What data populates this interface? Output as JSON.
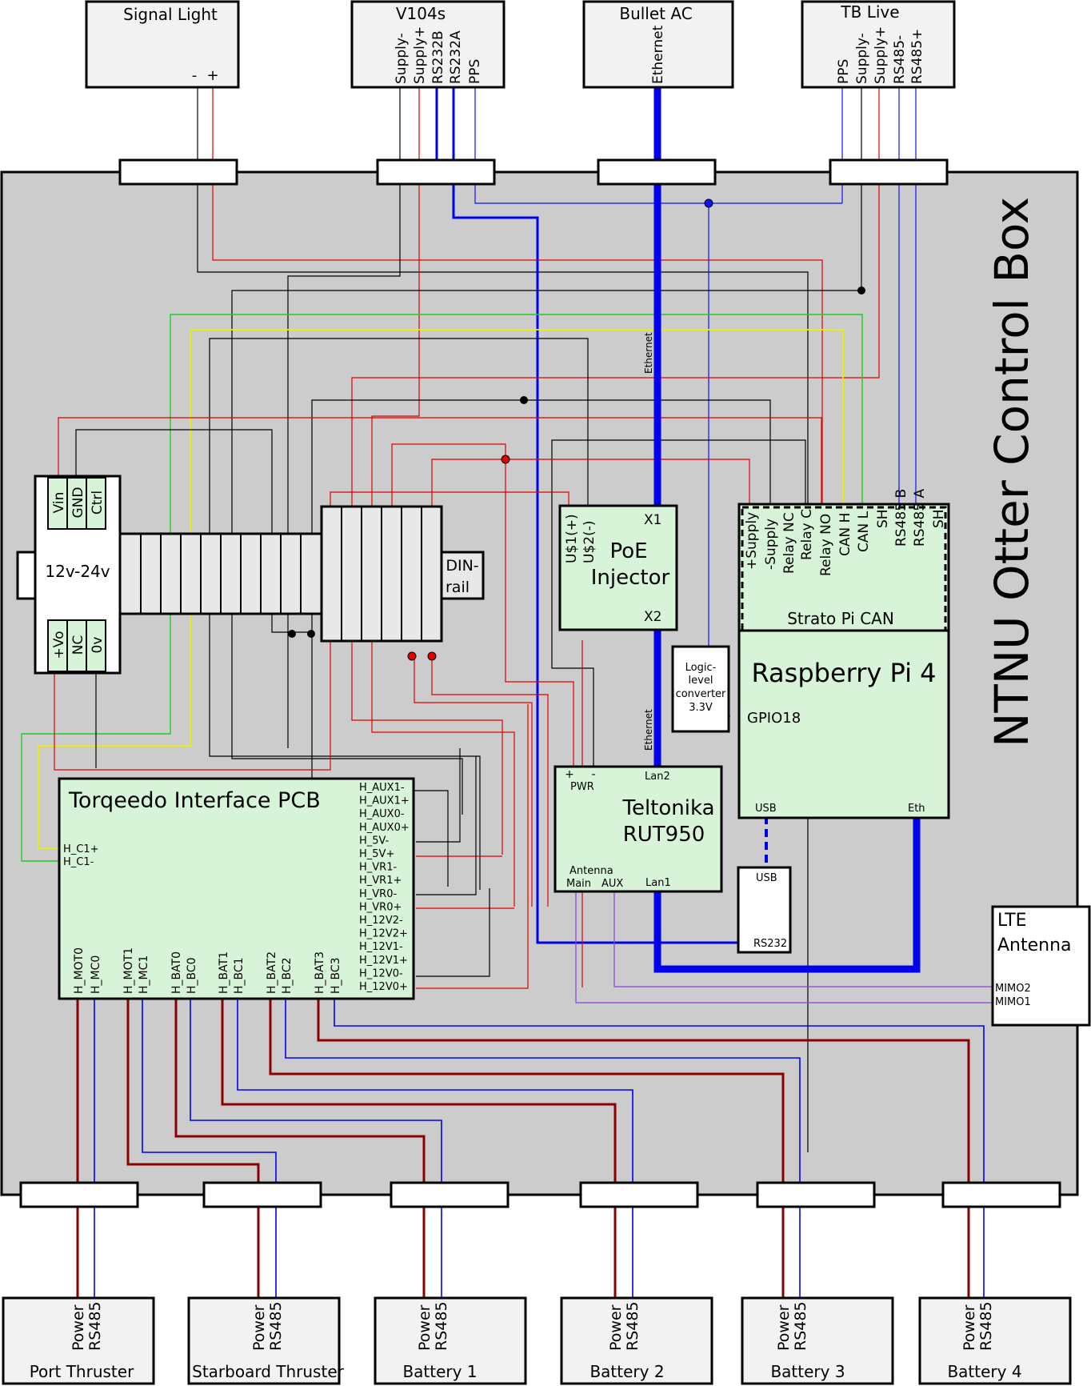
{
  "title": "NTNU Otter Control Box",
  "colors": {
    "enclosure": "#cccccc",
    "module_green": "#d8f4d8",
    "device_grey": "#f2f2f2",
    "ethernet": "#0000ee",
    "power": "#8b0000",
    "rs485": "#0000ff",
    "red_wire": "#e00000",
    "green_wire": "#22cc22",
    "yellow_wire": "#eeee00",
    "antenna_wire": "#8a3ee0"
  },
  "top_devices": {
    "signal_light": {
      "title": "Signal Light",
      "pins": [
        "-",
        "+"
      ]
    },
    "v104s": {
      "title": "V104s",
      "pins": [
        "Supply-",
        "Supply+",
        "RS232B",
        "RS232A",
        "PPS"
      ]
    },
    "bullet_ac": {
      "title": "Bullet AC",
      "pins": [
        "Ethernet"
      ]
    },
    "tb_live": {
      "title": "TB Live",
      "pins": [
        "PPS",
        "Supply-",
        "Supply+",
        "RS485-",
        "RS485+"
      ]
    }
  },
  "psu": {
    "label": "12v-24v",
    "top_pins": [
      "Vin",
      "GND",
      "Ctrl"
    ],
    "bottom_pins": [
      "+Vo",
      "NC",
      "0v"
    ]
  },
  "din_rail": {
    "label_1": "DIN-",
    "label_2": "rail"
  },
  "poe": {
    "title_1": "PoE",
    "title_2": "Injector",
    "pins": [
      "U$1(+)",
      "U$2(-)"
    ],
    "x1": "X1",
    "x2": "X2"
  },
  "strato": {
    "title": "Strato Pi CAN",
    "pins": [
      "+Supply",
      "-Supply",
      "Relay NC",
      "Relay C",
      "Relay NO",
      "CAN H",
      "CAN L",
      "SH",
      "RS485 B",
      "RS485 A",
      "SH"
    ]
  },
  "rpi": {
    "title": "Raspberry Pi 4",
    "gpio": "GPIO18",
    "usb": "USB",
    "eth": "Eth"
  },
  "logic": {
    "lines": [
      "Logic-",
      "level",
      "converter",
      "3.3V"
    ]
  },
  "teltonika": {
    "title_1": "Teltonika",
    "title_2": "RUT950",
    "pwr_plus": "+",
    "pwr_minus": "-",
    "pwr": "PWR",
    "lan2": "Lan2",
    "lan1": "Lan1",
    "antenna": "Antenna",
    "main": "Main",
    "aux": "AUX"
  },
  "usb_rs232": {
    "usb": "USB",
    "rs232": "RS232"
  },
  "lte": {
    "title_1": "LTE",
    "title_2": "Antenna",
    "mimo2": "MIMO2",
    "mimo1": "MIMO1"
  },
  "ethernet_label": "Ethernet",
  "torqeedo": {
    "title": "Torqeedo Interface PCB",
    "left_pins": [
      "H_C1+",
      "H_C1-"
    ],
    "right_pins": [
      "H_AUX1-",
      "H_AUX1+",
      "H_AUX0-",
      "H_AUX0+",
      "H_5V-",
      "H_5V+",
      "H_VR1-",
      "H_VR1+",
      "H_VR0-",
      "H_VR0+",
      "H_12V2-",
      "H_12V2+",
      "H_12V1-",
      "H_12V1+",
      "H_12V0-",
      "H_12V0+"
    ],
    "bottom_pins": [
      "H_MOT0",
      "H_MC0",
      "H_MOT1",
      "H_MC1",
      "H_BAT0",
      "H_BC0",
      "H_BAT1",
      "H_BC1",
      "H_BAT2",
      "H_BC2",
      "H_BAT3",
      "H_BC3"
    ]
  },
  "bottom_devices": [
    {
      "title": "Port Thruster",
      "pins": [
        "Power",
        "RS485"
      ]
    },
    {
      "title": "Starboard Thruster",
      "pins": [
        "Power",
        "RS485"
      ]
    },
    {
      "title": "Battery 1",
      "pins": [
        "Power",
        "RS485"
      ]
    },
    {
      "title": "Battery 2",
      "pins": [
        "Power",
        "RS485"
      ]
    },
    {
      "title": "Battery 3",
      "pins": [
        "Power",
        "RS485"
      ]
    },
    {
      "title": "Battery 4",
      "pins": [
        "Power",
        "RS485"
      ]
    }
  ]
}
